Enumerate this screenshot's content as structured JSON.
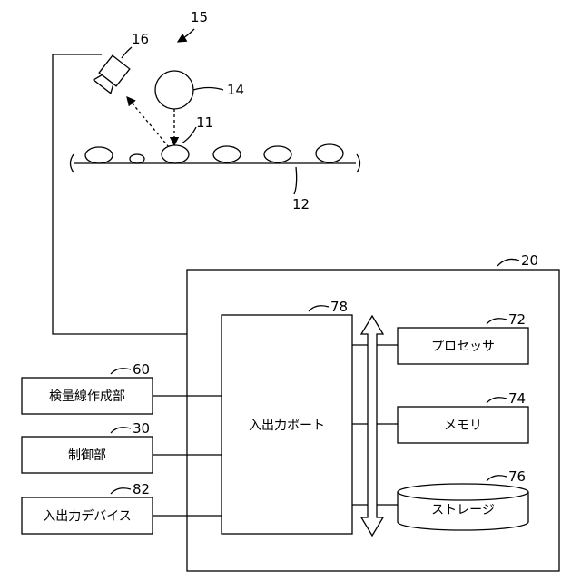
{
  "refs": {
    "system": "15",
    "camera": "16",
    "light": "14",
    "object": "11",
    "conveyor": "12",
    "computer": "20",
    "io_port": "78",
    "processor": "72",
    "memory": "74",
    "storage": "76",
    "calibration": "60",
    "controller": "30",
    "io_device": "82"
  },
  "labels": {
    "io_port": "入出力ポート",
    "processor": "プロセッサ",
    "memory": "メモリ",
    "storage": "ストレージ",
    "calibration": "検量線作成部",
    "controller": "制御部",
    "io_device": "入出力デバイス"
  }
}
